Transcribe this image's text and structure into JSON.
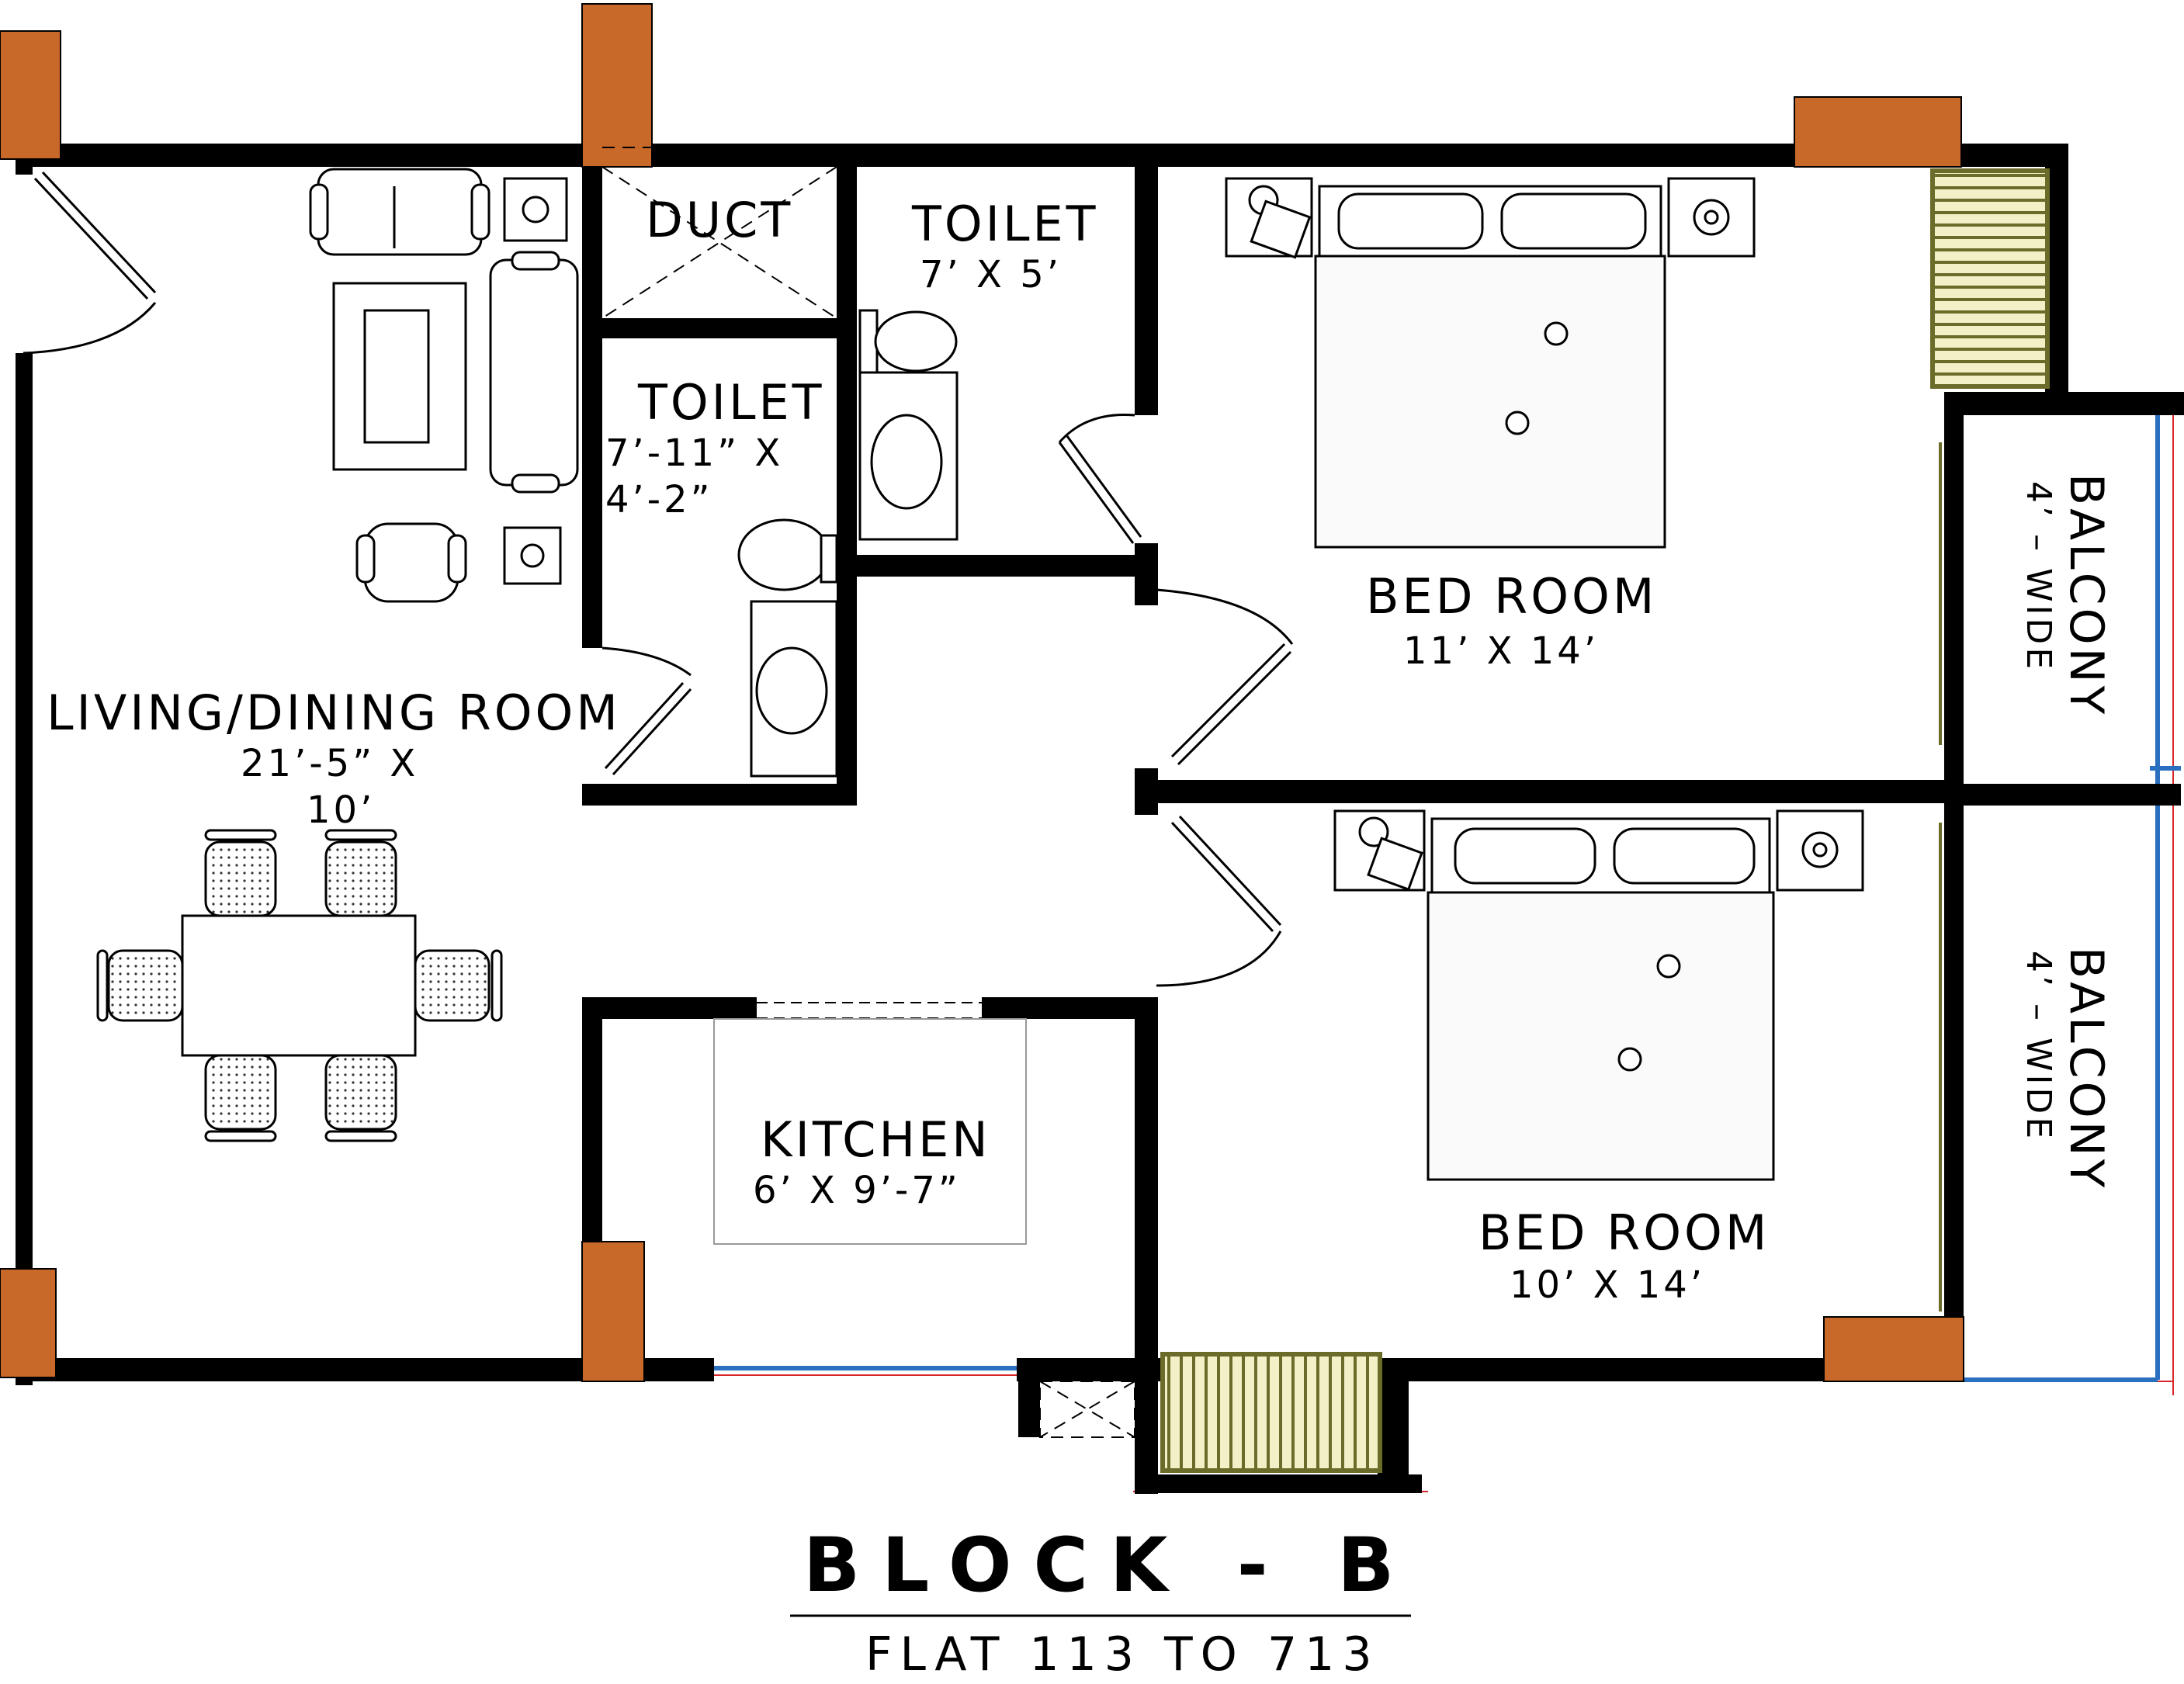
{
  "title": {
    "block": "BLOCK - B",
    "subtitle": "FLAT 113 TO 713"
  },
  "rooms": {
    "living": {
      "name": "LIVING/DINING ROOM",
      "dim1": "21’-5” X",
      "dim2": "10’"
    },
    "duct": {
      "name": "DUCT"
    },
    "toilet1": {
      "name": "TOILET",
      "dim1": "7’-11” X",
      "dim2": "4’-2”"
    },
    "toilet2": {
      "name": "TOILET",
      "dim1": "7’ X 5’"
    },
    "bed1": {
      "name": "BED ROOM",
      "dim1": "11’ X 14’"
    },
    "bed2": {
      "name": "BED ROOM",
      "dim1": "10’ X 14’"
    },
    "kitchen": {
      "name": "KITCHEN",
      "dim1": "6’ X 9’-7”"
    },
    "balcony1": {
      "name": "BALCONY",
      "dim1": "4’ – WIDE"
    },
    "balcony2": {
      "name": "BALCONY",
      "dim1": "4’ – WIDE"
    }
  },
  "colors": {
    "wall": "#000000",
    "column": "#c8692a",
    "stairs": "#6b6b2a",
    "stairs_fill": "#f3f0c8",
    "window_blue": "#2a6fc0",
    "red_line": "#d8262a"
  }
}
